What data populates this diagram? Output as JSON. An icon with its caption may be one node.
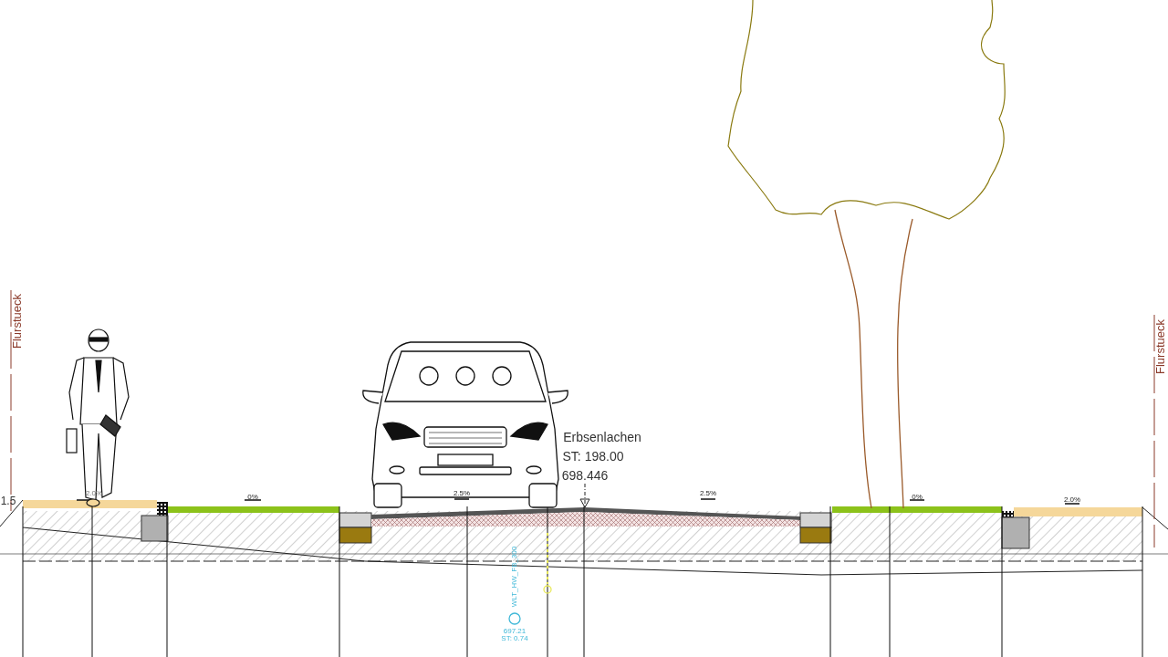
{
  "diagram": {
    "labels": [
      "Flurstueck",
      "Flurstueck",
      "Erbsenlachen",
      "ST: 198.00",
      "698.446",
      "1.5",
      "2.0%",
      "0%",
      "2.5%",
      "2.5%",
      "0%",
      "2.0%",
      "WLT_HW_FB_300",
      "697.21",
      "ST: 0.74"
    ]
  }
}
